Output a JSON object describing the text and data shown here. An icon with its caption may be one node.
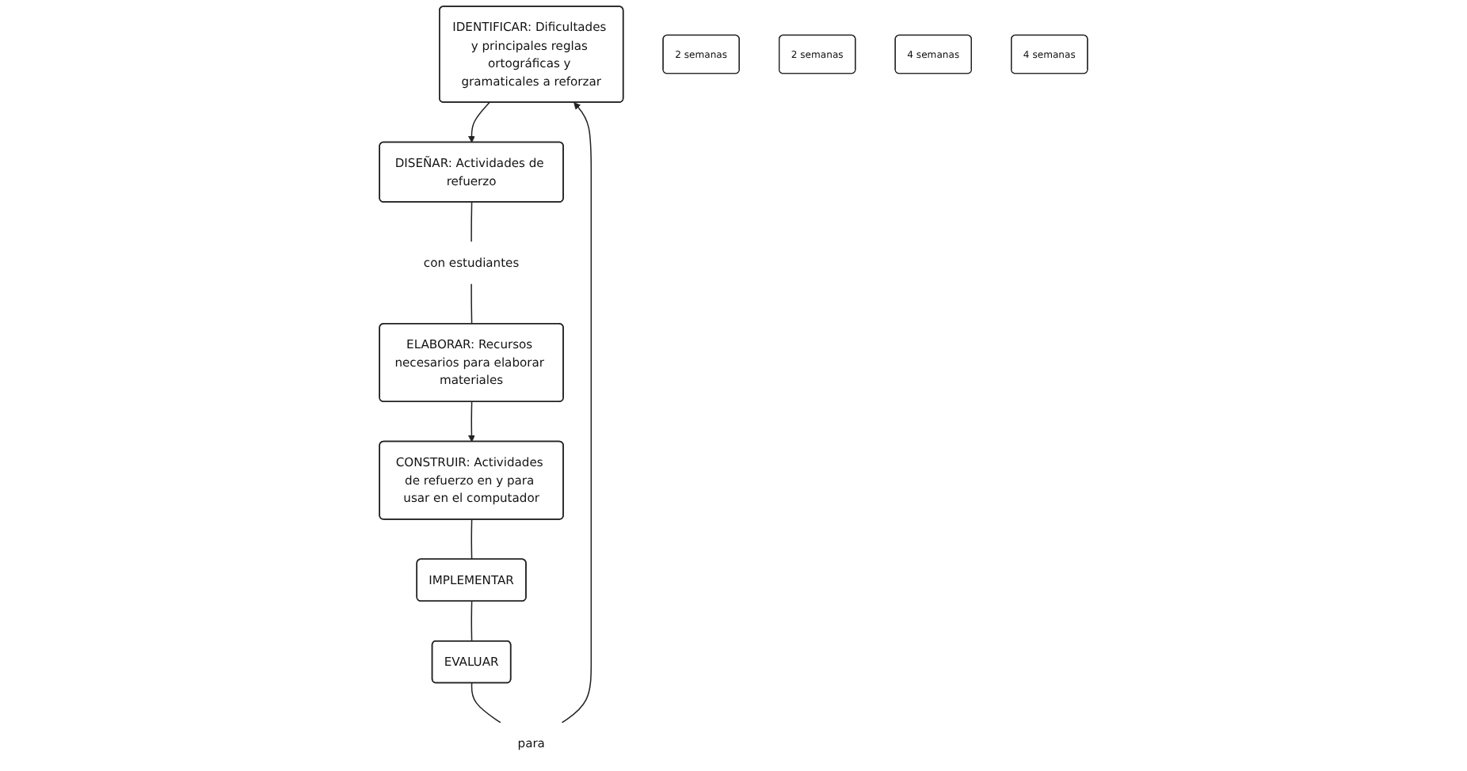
{
  "diagram": {
    "nodes": [
      {
        "text": [
          "IDENTIFICAR: Dificultades y principales reglas ortográficas y gramaticales a reforzar"
        ]
      },
      {
        "text": [
          "2 semanas"
        ]
      },
      {
        "text": [
          "DISEÑAR: Actividades de refuerzo"
        ]
      },
      {
        "text": [
          "2 semanas"
        ]
      },
      {
        "text": [
          "con estudiantes"
        ]
      },
      {
        "text": [
          "ELABORAR: Recursos necesarios para elaborar materiales"
        ]
      },
      {
        "text": [
          "4 semanas"
        ]
      },
      {
        "text": [
          "CONSTRUIR: Actividades de refuerzo en y para usar en el computador"
        ]
      },
      {
        "text": [
          "4 semanas"
        ]
      },
      {
        "text": [
          "IMPLEMENTAR"
        ]
      },
      {
        "text": [
          "EVALUAR"
        ]
      },
      {
        "text": [
          "para"
        ]
      }
    ],
    "edges": [
      {
        "from": 0,
        "to": 2,
        "arrow": "to"
      },
      {
        "from": 2,
        "to": 4,
        "arrow": "none"
      },
      {
        "from": 4,
        "to": 5,
        "arrow": "none"
      },
      {
        "from": 5,
        "to": 7,
        "arrow": "to"
      },
      {
        "from": 7,
        "to": 9,
        "arrow": "none"
      },
      {
        "from": 9,
        "to": 10,
        "arrow": "none"
      },
      {
        "from": 10,
        "to": 11,
        "arrow": "none"
      },
      {
        "from": 11,
        "to": 0,
        "arrow": "to"
      }
    ]
  }
}
